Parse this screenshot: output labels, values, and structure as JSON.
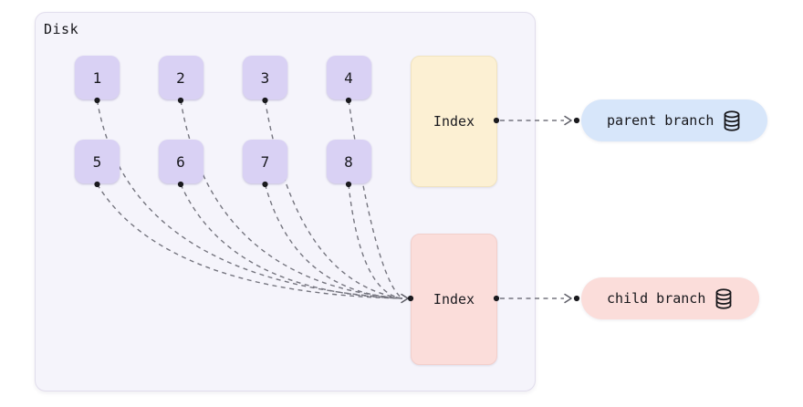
{
  "disk": {
    "label": "Disk",
    "blocks": [
      "1",
      "2",
      "3",
      "4",
      "5",
      "6",
      "7",
      "8"
    ],
    "block_color": "#D9D1F4",
    "background": "#F5F4FB",
    "parent_index": {
      "label": "Index",
      "color": "#FCF0D3"
    },
    "child_index": {
      "label": "Index",
      "color": "#FBDDDA"
    }
  },
  "branches": {
    "parent": {
      "label": "parent branch",
      "color": "#D7E6FA",
      "icon": "database-icon"
    },
    "child": {
      "label": "child branch",
      "color": "#FBDDDA",
      "icon": "database-icon"
    }
  },
  "connector_style": {
    "line_color": "#75757F",
    "dot_color": "#1A1A1E"
  }
}
